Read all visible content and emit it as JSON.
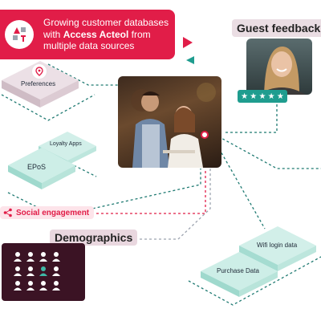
{
  "header": {
    "line1": "Growing customer databases",
    "line2_prefix": "with ",
    "line2_brand": "Access Acteol",
    "line2_suffix": " from",
    "line3": "multiple data sources"
  },
  "feedback": {
    "title": "Guest feedback",
    "rating_stars": 5
  },
  "nodes": {
    "preferences": "Preferences",
    "loyalty_apps": "Loyalty Apps",
    "epos": "EPoS",
    "social": "Social engagement",
    "demographics": "Demographics",
    "wifi": "Wifi login data",
    "purchase": "Purchase Data"
  },
  "colors": {
    "brand_red": "#e11d48",
    "mint": "#bfe7e0",
    "mint_dark": "#8fd2c6",
    "teal_line": "#1f7a72",
    "plum_tile": "#3b1324",
    "demographics_tag": "#e9d7df",
    "social_tag": "#fde4ea"
  },
  "icons": {
    "brand_logo": "logo-icon",
    "preferences": "location-pin-icon",
    "social": "share-icon",
    "demographics": "people-grid-icon",
    "star": "star-icon"
  }
}
